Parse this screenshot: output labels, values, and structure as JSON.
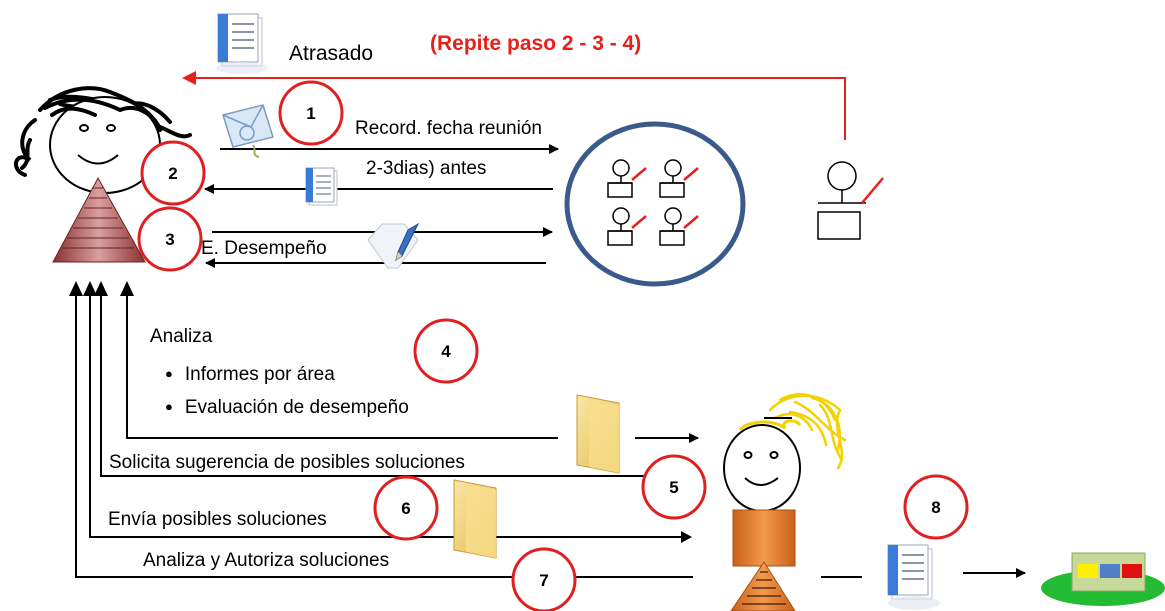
{
  "labels": {
    "atrasado": "Atrasado",
    "repeat_note": "(Repite paso 2 - 3  - 4)",
    "record": "Record. fecha reunión",
    "antes": "2-3dias) antes",
    "desempeno": "E. Desempeño",
    "analiza": "Analiza",
    "informes": "Informes por área",
    "evaluacion": "Evaluación de desempeño",
    "solicita": "Solicita sugerencia de posibles soluciones",
    "envia": "Envía posibles soluciones",
    "autoriza": "Analiza y Autoriza soluciones"
  },
  "steps": [
    "1",
    "2",
    "3",
    "4",
    "5",
    "6",
    "7",
    "8"
  ],
  "colors": {
    "red_arrow": "#e8201b",
    "step_circle_border": "#e02020",
    "group_ellipse": "#3b5a8c",
    "triangle_fill": "#c98a8a",
    "orange_body": "#e07a2a",
    "hair_yellow": "#f2d200",
    "green_base": "#22bb33"
  },
  "icons": [
    "document-icon",
    "mail-icon",
    "pencil-form-icon",
    "folder-icon",
    "people-group-icon",
    "tray-icon"
  ]
}
